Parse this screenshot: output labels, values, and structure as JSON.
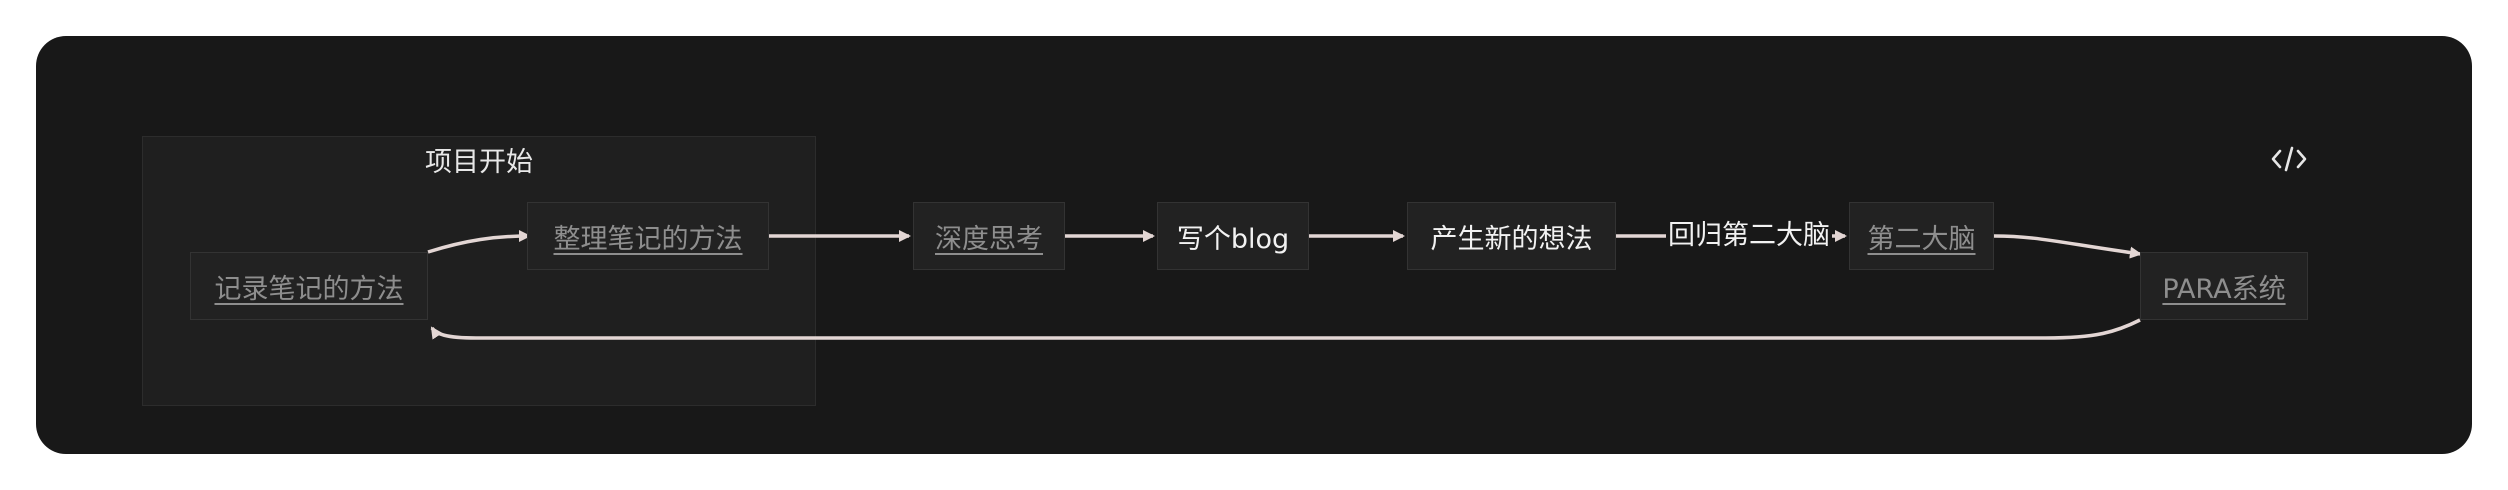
{
  "diagram": {
    "subgraph_title": "项目开始",
    "nodes": {
      "record": "记录笔记的方法",
      "organize": "整理笔记的方法",
      "deep_think": "深度思考",
      "write_blog": "写个blog",
      "new_idea": "产生新的想法",
      "second_brain": "第二大脑",
      "para": "PARA系统"
    },
    "edge_labels": {
      "return_brain": "回归第二大脑"
    }
  },
  "colors": {
    "panel_bg": "#181818",
    "subgraph_bg": "#1f1f1f",
    "node_bg": "#222222",
    "edge": "#e3d6d4",
    "link_text": "#8e8e8e",
    "plain_text": "#f2f2f2"
  },
  "icons": {
    "toolbar": "code-icon"
  }
}
